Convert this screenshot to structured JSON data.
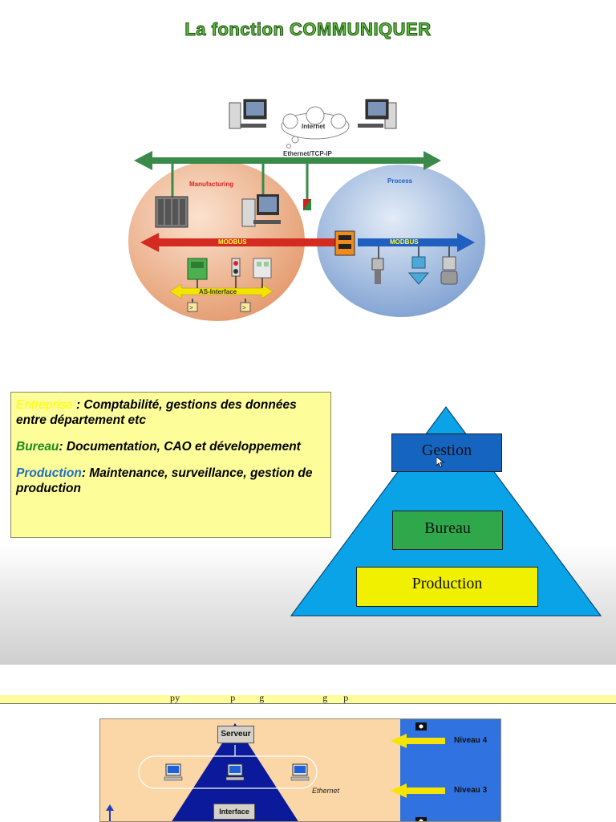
{
  "title": "La fonction COMMUNIQUER",
  "network_diagram": {
    "internet": "Internet",
    "ethernet": "Ethernet/TCP-IP",
    "manufacturing": "Manufacturing",
    "process": "Process",
    "modbus_left": "MODBUS",
    "modbus_right": "MODBUS",
    "as_interface": "AS-Interface"
  },
  "info_box": {
    "entreprise_lead": "Entreprise",
    "entreprise_text": " : Comptabilité, gestions des données entre département etc",
    "bureau_lead": "Bureau",
    "bureau_text": ": Documentation, CAO et développement",
    "production_lead": "Production",
    "production_text": ": Maintenance, surveillance, gestion de production"
  },
  "pyramid": {
    "gestion": "Gestion",
    "bureau": "Bureau",
    "production": "Production"
  },
  "level_diagram": {
    "serveur": "Serveur",
    "interface": "Interface",
    "ethernet": "Ethernet",
    "niveau_4": "Niveau 4",
    "niveau_3": "Niveau 3"
  },
  "colors": {
    "title_green": "#5cbf3c",
    "pyramid_fill": "#0aa3e8",
    "gestion_fill": "#1464c0",
    "bureau_fill": "#2ea84a",
    "production_fill": "#f0f000",
    "info_box_fill": "#fdfd9a"
  }
}
